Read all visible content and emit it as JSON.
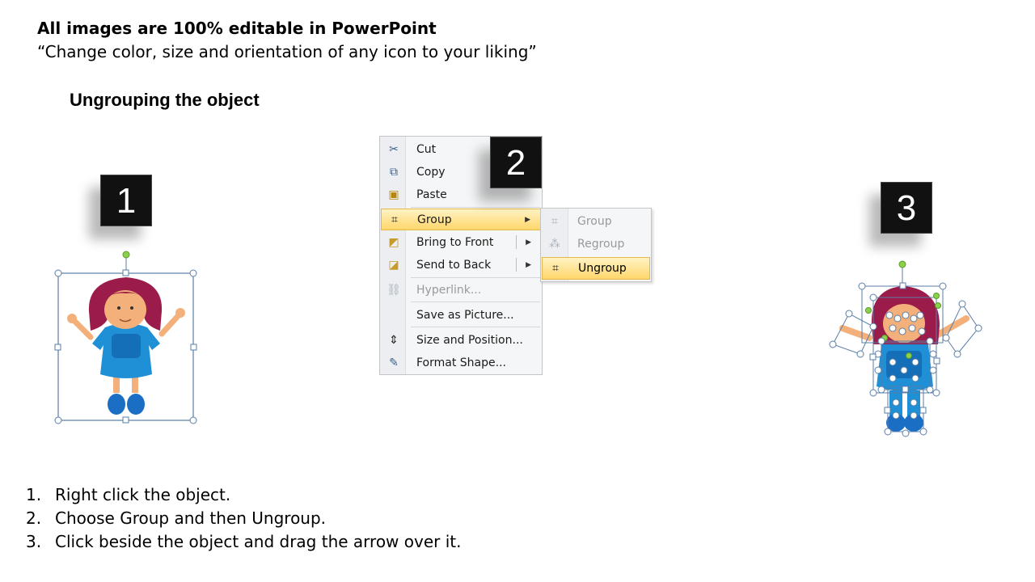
{
  "header": {
    "title": "All images are 100% editable in PowerPoint",
    "subtitle": "“Change color, size and orientation of any icon to your liking”"
  },
  "section_title": "Ungrouping the object",
  "badges": [
    "1",
    "2",
    "3"
  ],
  "context_menu": {
    "items": [
      {
        "label": "Cut",
        "icon": "scissors-icon"
      },
      {
        "label": "Copy",
        "icon": "copy-icon"
      },
      {
        "label": "Paste",
        "icon": "paste-icon"
      },
      {
        "label": "Group",
        "icon": "group-icon",
        "highlighted": true
      },
      {
        "label": "Bring to Front",
        "icon": "bring-to-front-icon"
      },
      {
        "label": "Send to Back",
        "icon": "send-to-back-icon"
      },
      {
        "label": "Hyperlink...",
        "icon": "hyperlink-icon",
        "disabled": true
      },
      {
        "label": "Save as Picture...",
        "icon": ""
      },
      {
        "label": "Size and Position...",
        "icon": "size-position-icon"
      },
      {
        "label": "Format Shape...",
        "icon": "format-shape-icon"
      }
    ]
  },
  "submenu": {
    "items": [
      {
        "label": "Group",
        "disabled": true
      },
      {
        "label": "Regroup",
        "disabled": true
      },
      {
        "label": "Ungroup",
        "highlighted": true
      }
    ]
  },
  "steps": [
    {
      "num": "1.",
      "text": "Right click the object."
    },
    {
      "num": "2.",
      "text": "Choose Group and then Ungroup."
    },
    {
      "num": "3.",
      "text": "Click beside the object and drag the arrow over it."
    }
  ],
  "colors": {
    "hair": "#9b1c4a",
    "skin": "#f3b07a",
    "dress": "#1f8fd6",
    "shoes": "#1a6fc4",
    "selection": "#5a7ea8",
    "handle_green": "#8bd24a",
    "menu_highlight": "#ffd66b"
  }
}
